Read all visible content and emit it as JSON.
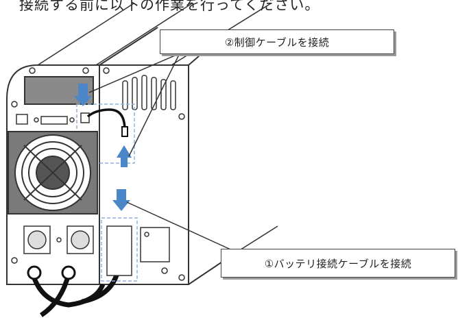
{
  "header_text": "接続する前に以下の作業を行ってください。",
  "callouts": {
    "control_cable": "②制御ケーブルを接続",
    "battery_cable": "①バッテリ接続ケーブルを接続"
  },
  "colors": {
    "arrow_blue": "#4a86c8",
    "fan_gray": "#7a7a7a",
    "outline": "#333333"
  }
}
